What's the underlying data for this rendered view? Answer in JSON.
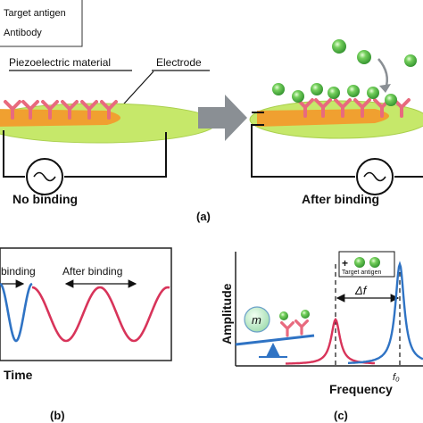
{
  "legend": {
    "target_antigen": "Target antigen",
    "antibody": "Antibody"
  },
  "panel_a": {
    "label_piezo": "Piezoelectric material",
    "label_electrode": "Electrode",
    "left_caption": "No binding",
    "right_caption": "After binding",
    "panel_label": "(a)"
  },
  "panel_b": {
    "label_before": "binding",
    "label_after": "After binding",
    "xlabel": "Time",
    "panel_label": "(b)"
  },
  "panel_c": {
    "ylabel": "Amplitude",
    "xlabel": "Frequency",
    "plus_label": "+",
    "target_label": "Target antigen",
    "delta_f": "Δf",
    "f0": "f₀",
    "mass_label": "m",
    "panel_label": "(c)"
  },
  "colors": {
    "antigen": "#5fbf4e",
    "antibody": "#e86a7e",
    "disc": "#c6e86a",
    "electrode": "#f0a030",
    "wave_blue": "#2f73c4",
    "wave_red": "#d8345a",
    "arrow": "#8a8f94"
  }
}
